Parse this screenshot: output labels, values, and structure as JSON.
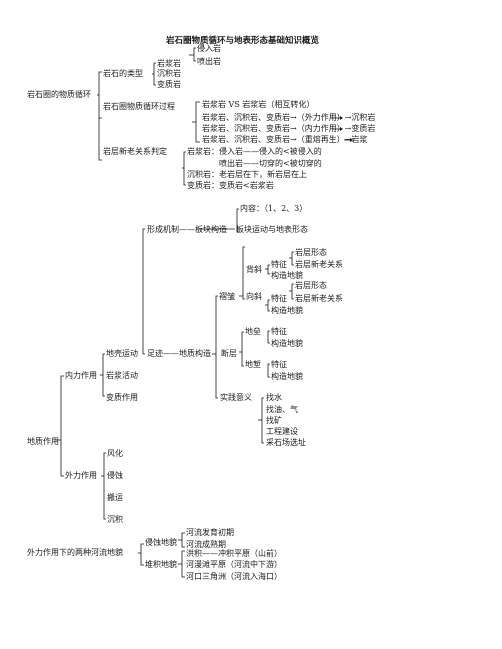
{
  "title": "岩石圈物质循环与地表形态基础知识概览",
  "section1": {
    "root": "岩石圈的物质循环",
    "rock_types": {
      "label": "岩石的类型",
      "magma": "岩浆岩",
      "intrusive": "侵入岩",
      "extrusive": "喷出岩",
      "sedimentary": "沉积岩",
      "metamorphic": "变质岩"
    },
    "cycle": {
      "label": "岩石圈物质循环过程",
      "lines": [
        "岩浆岩 VS 岩浆岩（相互转化）",
        "岩浆岩、沉积岩、变质岩→（外力作用）→沉积岩",
        "岩浆岩、沉积岩、变质岩→（内力作用）→变质岩",
        "岩浆岩、沉积岩、变质岩→（重熔再生）→岩浆"
      ]
    },
    "age": {
      "label": "岩层新老关系判定",
      "lines": [
        "岩浆岩：侵入岩——侵入的<被侵入的",
        "喷出岩——切穿的<被切穿的",
        "沉积岩：老岩层在下，新岩层在上",
        "变质岩：变质岩<岩浆岩"
      ]
    }
  },
  "section2": {
    "root": "地质作用",
    "internal": "内力作用",
    "crust": "地壳运动",
    "magma_activity": "岩浆活动",
    "metamorphism": "变质作用",
    "mechanism": "形成机制——板块构造",
    "plate": "板块运动与地表形态",
    "content": "内容：（1、2、3）",
    "structure": "足迹——地质构造",
    "fold": "褶皱",
    "anticline": "背斜",
    "syncline": "向斜",
    "feature": "特征",
    "layer_shape": "岩层形态",
    "layer_age": "岩层新老关系",
    "landform": "构造地貌",
    "fault": "断层",
    "horst": "地垒",
    "graben": "地堑",
    "practice": "实践意义",
    "practice_items": [
      "找水",
      "找油、气",
      "找矿",
      "工程建设",
      "采石场选址"
    ],
    "external": "外力作用",
    "external_items": [
      "风化",
      "侵蚀",
      "搬运",
      "沉积"
    ]
  },
  "section3": {
    "root": "外力作用下的两种河流地貌",
    "erosion": "侵蚀地貌",
    "erosion_items": [
      "河流发育初期",
      "河流成熟期"
    ],
    "deposit": "堆积地貌",
    "deposit_items": [
      "洪积——冲积平原（山前）",
      "河漫滩平原（河流中下游）",
      "河口三角洲（河流入海口）"
    ]
  }
}
